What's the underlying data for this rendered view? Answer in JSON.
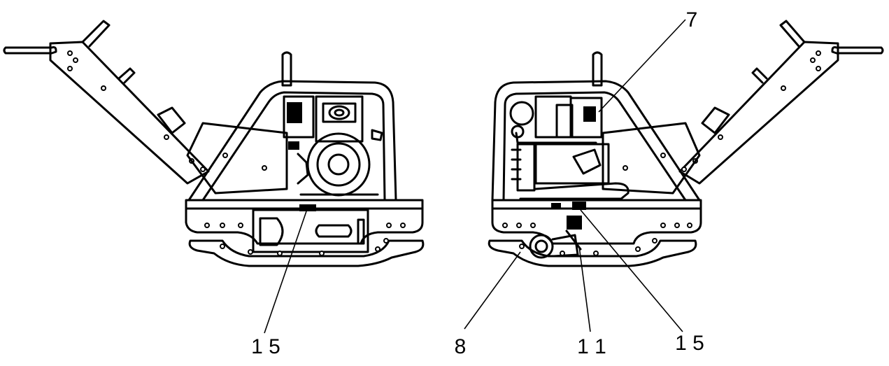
{
  "callouts": {
    "left_15": "1 5",
    "right_7": "7",
    "right_8": "8",
    "right_11": "1 1",
    "right_15": "1 5"
  },
  "colors": {
    "line": "#000000",
    "background": "#ffffff"
  }
}
